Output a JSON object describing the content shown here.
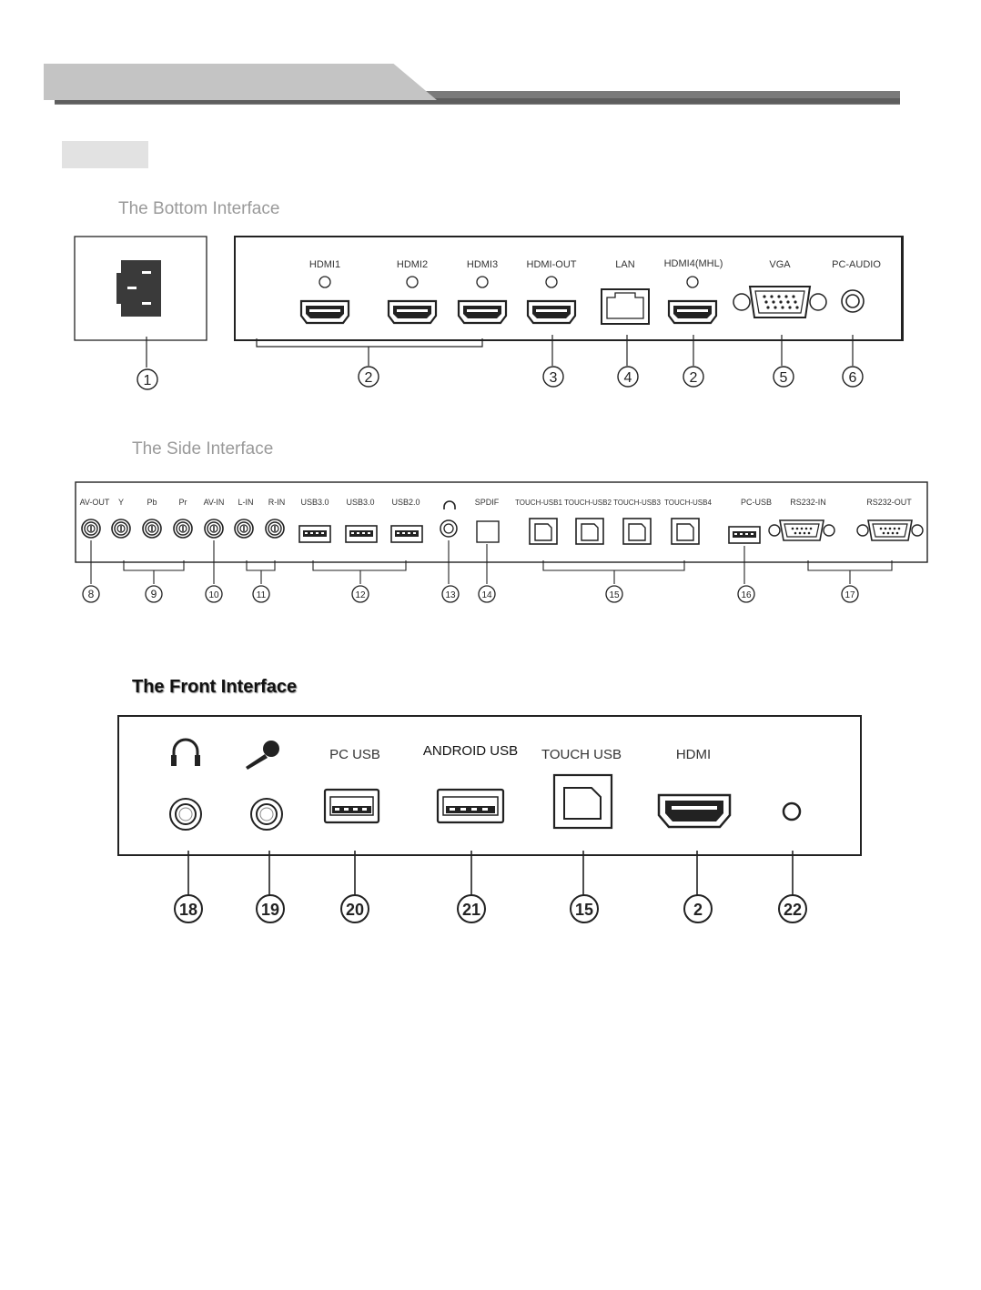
{
  "sections": {
    "bottom_title": "The Bottom Interface",
    "side_title": "The Side Interface",
    "front_title": "The Front Interface"
  },
  "bottom": {
    "ports": [
      "HDMI1",
      "HDMI2",
      "HDMI3",
      "HDMI-OUT",
      "LAN",
      "HDMI4(MHL)",
      "VGA",
      "PC-AUDIO"
    ],
    "callouts": [
      "1",
      "2",
      "3",
      "4",
      "2",
      "5",
      "6"
    ]
  },
  "side": {
    "ports": [
      "AV-OUT",
      "Y",
      "Pb",
      "Pr",
      "AV-IN",
      "L-IN",
      "R-IN",
      "USB3.0",
      "USB3.0",
      "USB2.0",
      "SPDIF",
      "TOUCH-USB1",
      "TOUCH-USB2",
      "TOUCH-USB3",
      "TOUCH-USB4",
      "PC-USB",
      "RS232-IN",
      "RS232-OUT"
    ],
    "callouts": [
      "8",
      "9",
      "10",
      "11",
      "12",
      "13",
      "14",
      "15",
      "16",
      "17"
    ]
  },
  "front": {
    "ports": [
      "PC USB",
      "ANDROID USB",
      "TOUCH USB",
      "HDMI"
    ],
    "icons": [
      "headphone-icon",
      "microphone-icon"
    ],
    "callouts": [
      "18",
      "19",
      "20",
      "21",
      "15",
      "2",
      "22"
    ]
  }
}
